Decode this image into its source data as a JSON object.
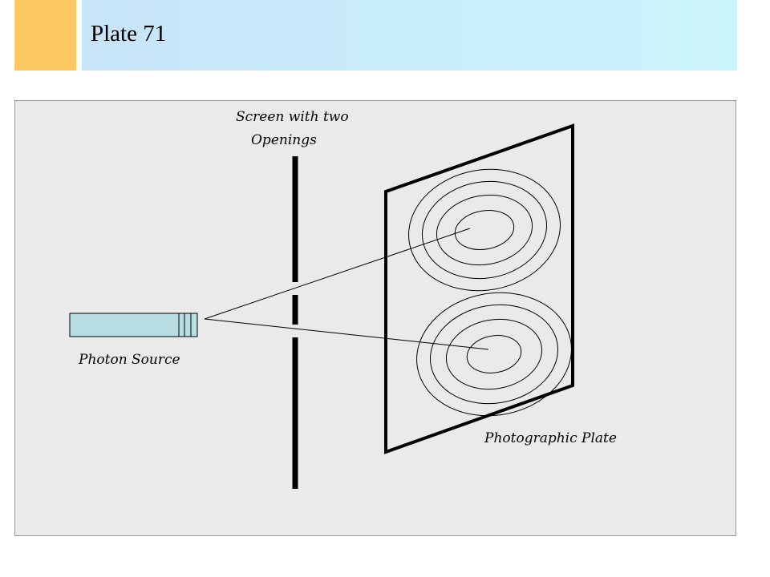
{
  "slide": {
    "title": "Plate 71"
  },
  "colors": {
    "accent_block": "#fcc963",
    "title_bar_start": "#c7e4f8",
    "title_bar_end": "#cbf5fd",
    "panel_background": "#eaeaea",
    "photon_source_fill": "#b9dfe4",
    "ink": "#000000"
  },
  "diagram": {
    "labels": {
      "screen_line1": "Screen with two",
      "screen_line2": "Openings",
      "photon_source": "Photon Source",
      "photographic_plate": "Photographic Plate"
    }
  }
}
